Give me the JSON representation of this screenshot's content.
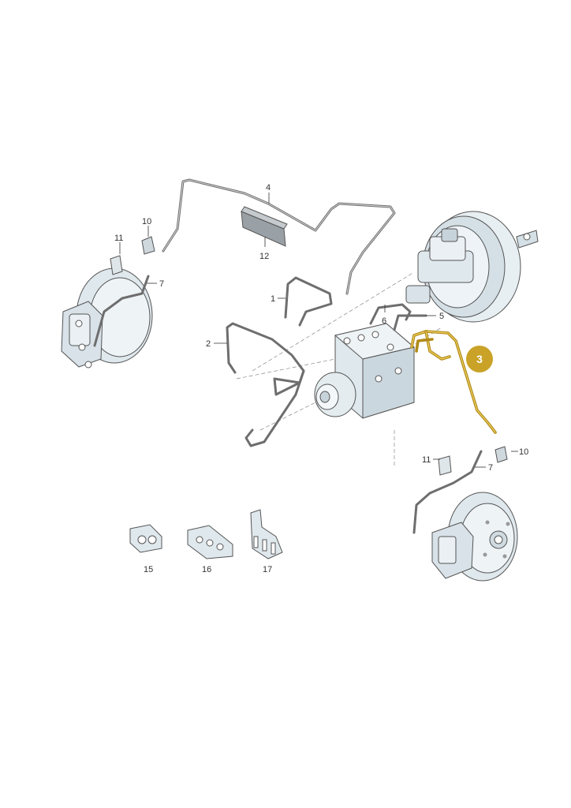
{
  "callouts": [
    {
      "id": "c1",
      "text": "1"
    },
    {
      "id": "c2",
      "text": "2"
    },
    {
      "id": "c4",
      "text": "4"
    },
    {
      "id": "c5",
      "text": "5"
    },
    {
      "id": "c6",
      "text": "6"
    },
    {
      "id": "c7a",
      "text": "7"
    },
    {
      "id": "c7b",
      "text": "7"
    },
    {
      "id": "c10a",
      "text": "10"
    },
    {
      "id": "c10b",
      "text": "10"
    },
    {
      "id": "c11a",
      "text": "11"
    },
    {
      "id": "c11b",
      "text": "11"
    },
    {
      "id": "c12",
      "text": "12"
    },
    {
      "id": "c15",
      "text": "15"
    },
    {
      "id": "c16",
      "text": "16"
    },
    {
      "id": "c17",
      "text": "17"
    }
  ],
  "highlight": {
    "text": "3",
    "color": "#c9a227",
    "text_color": "#ffffff"
  },
  "colors": {
    "pipe": "#6e6e6e",
    "highlight_pipe": "#d4a82a",
    "part_fill": "#e6eef2",
    "part_shade": "#c7d3da"
  }
}
